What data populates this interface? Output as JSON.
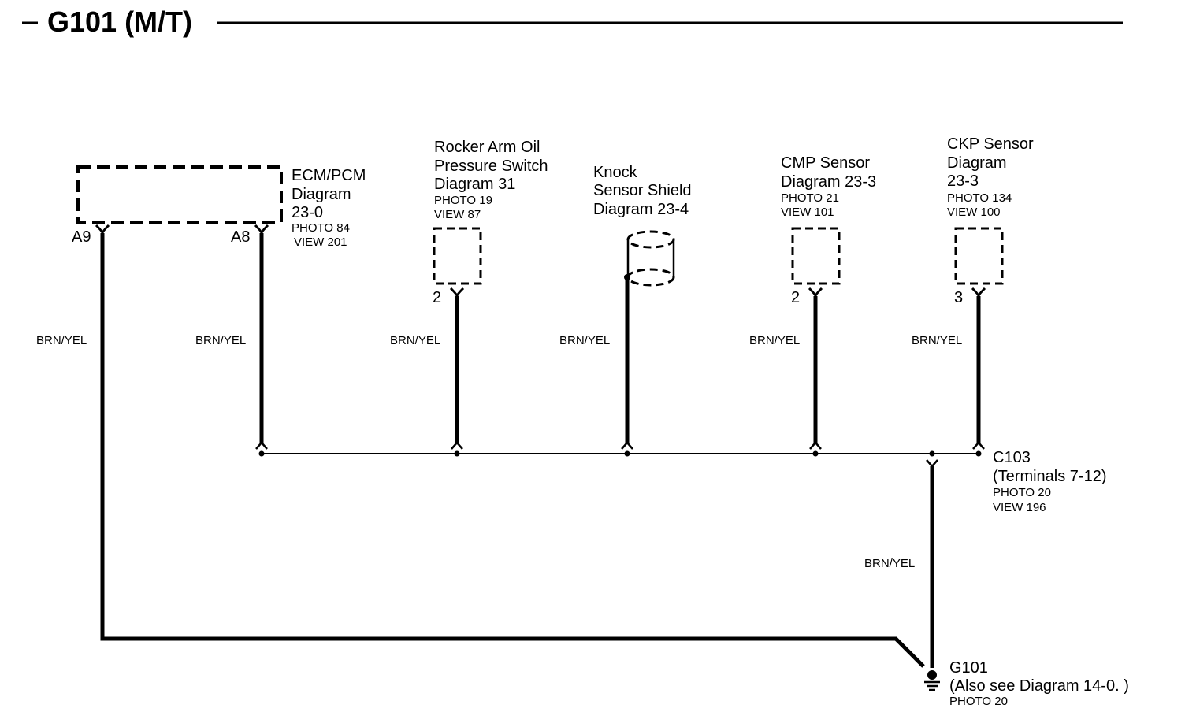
{
  "title": "G101 (M/T)",
  "title_dash": "–",
  "components": {
    "ecm": {
      "lines": [
        "ECM/PCM",
        "Diagram",
        "23-0"
      ],
      "photo": "PHOTO 84",
      "view": "VIEW 201",
      "pin_a9": "A9",
      "pin_a8": "A8"
    },
    "rocker": {
      "lines": [
        "Rocker  Arm  Oil",
        "Pressure Switch",
        "Diagram 31"
      ],
      "photo": "PHOTO 19",
      "view": "VIEW 87",
      "pin": "2"
    },
    "knock": {
      "lines": [
        "Knock",
        "Sensor Shield",
        "Diagram 23-4"
      ]
    },
    "cmp": {
      "lines": [
        "CMP Sensor",
        "Diagram 23-3"
      ],
      "photo": "PHOTO 21",
      "view": "VIEW 101",
      "pin": "2"
    },
    "ckp": {
      "lines": [
        "CKP Sensor",
        "Diagram",
        "23-3"
      ],
      "photo": "PHOTO 134",
      "view": "VIEW 100",
      "pin": "3"
    }
  },
  "wire_color": "BRN/YEL",
  "connector": {
    "name": "C103",
    "terminals": "(Terminals 7-12)",
    "photo": "PHOTO 20",
    "view": "VIEW 196"
  },
  "ground": {
    "name": "G101",
    "note": "(Also see Diagram 14-0. )",
    "photo": "PHOTO 20"
  }
}
